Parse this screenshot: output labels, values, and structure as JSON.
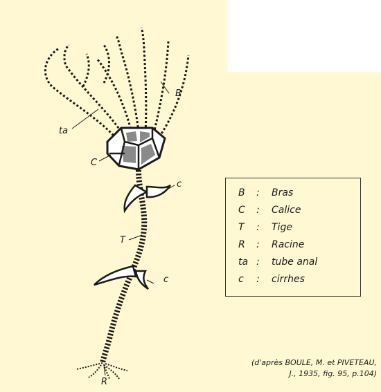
{
  "colors": {
    "paper": "#fff8d2",
    "ink": "#1a1a1a"
  },
  "callouts": {
    "B": "B",
    "ta": "ta",
    "C": "C",
    "c_top": "c",
    "T": "T",
    "c_bottom": "c",
    "R": "R"
  },
  "legend": {
    "items": [
      {
        "key": "B",
        "sep": ":",
        "label": "Bras"
      },
      {
        "key": "C",
        "sep": ":",
        "label": "Calice"
      },
      {
        "key": "T",
        "sep": ":",
        "label": "Tige"
      },
      {
        "key": "R",
        "sep": ":",
        "label": "Racine"
      },
      {
        "key": "ta",
        "sep": ":",
        "label": "tube anal"
      },
      {
        "key": "c",
        "sep": ":",
        "label": "cirrhes"
      }
    ]
  },
  "citation": {
    "line1": "(d'après BOULE, M. et PIVETEAU,",
    "line2": "J., 1935, fig. 95, p.104)"
  }
}
